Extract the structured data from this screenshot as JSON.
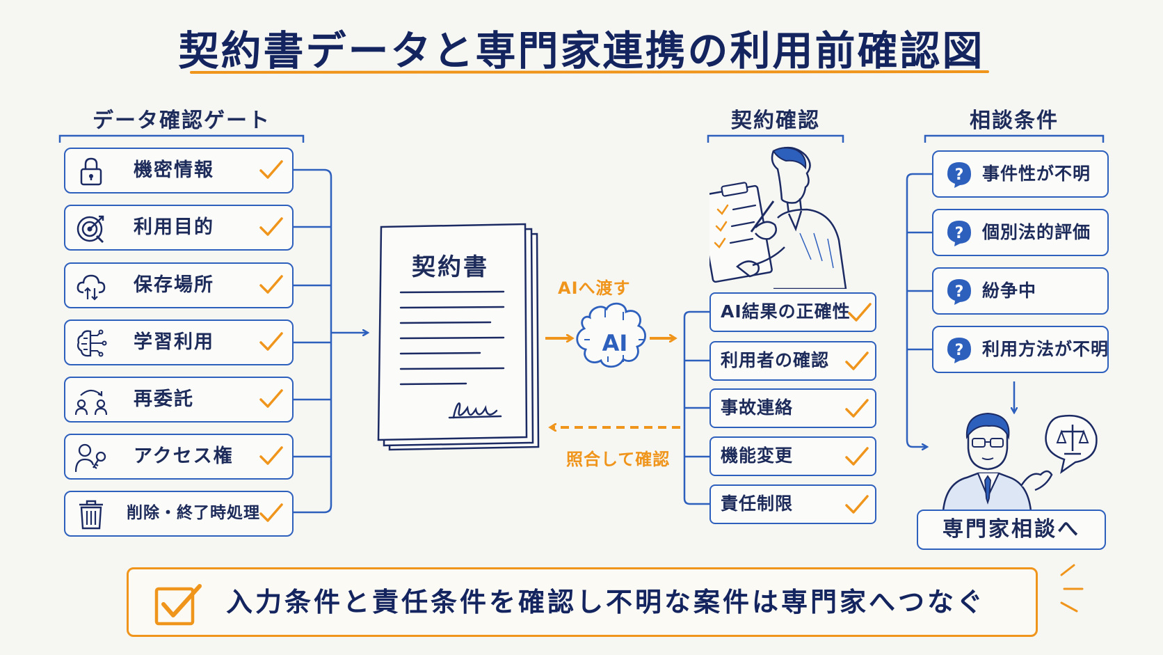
{
  "title": "契約書データと専門家連携の利用前確認図",
  "data_gate": {
    "heading": "データ確認ゲート",
    "items": [
      {
        "label": "機密情報",
        "icon": "lock-icon"
      },
      {
        "label": "利用目的",
        "icon": "target-icon"
      },
      {
        "label": "保存場所",
        "icon": "cloud-icon"
      },
      {
        "label": "学習利用",
        "icon": "brain-circuit-icon"
      },
      {
        "label": "再委託",
        "icon": "people-transfer-icon"
      },
      {
        "label": "アクセス権",
        "icon": "user-key-icon"
      },
      {
        "label": "削除・終了時処理",
        "icon": "trash-icon"
      }
    ]
  },
  "document": {
    "title": "契約書",
    "signature": "lm"
  },
  "flow": {
    "to_ai": "AIへ渡す",
    "ai_label": "AI",
    "verify_back": "照合して確認"
  },
  "contract_check": {
    "heading": "契約確認",
    "items": [
      {
        "label": "AI結果の正確性"
      },
      {
        "label": "利用者の確認"
      },
      {
        "label": "事故連絡"
      },
      {
        "label": "機能変更"
      },
      {
        "label": "責任制限"
      }
    ]
  },
  "consult": {
    "heading": "相談条件",
    "items": [
      {
        "label": "事件性が不明"
      },
      {
        "label": "個別法的評価"
      },
      {
        "label": "紛争中"
      },
      {
        "label": "利用方法が不明"
      }
    ],
    "expert_button": "専門家相談へ"
  },
  "footer": {
    "text": "入力条件と責任条件を確認し不明な案件は専門家へつなぐ"
  },
  "colors": {
    "navy": "#13245f",
    "blue": "#2d5fbd",
    "orange": "#f0951b",
    "background": "#f6f6f3"
  }
}
